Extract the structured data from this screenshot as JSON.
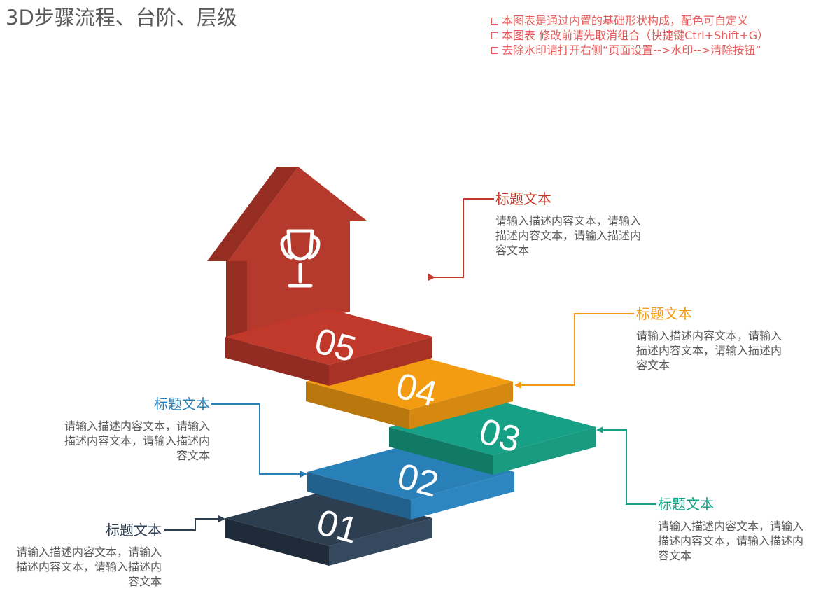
{
  "page": {
    "title": "3D步骤流程、台阶、层级"
  },
  "notes": [
    "本图表是通过内置的基础形状构成，配色可自定义",
    "本图表 修改前请先取消组合（快捷键Ctrl+Shift+G）",
    "去除水印请打开右侧“页面设置-->水印-->清除按钮”"
  ],
  "steps": [
    {
      "number": "01",
      "title": "标题文本",
      "desc": "请输入描述内容文本，请输入描述内容文本，请输入描述内容文本",
      "color": "#2c3e50"
    },
    {
      "number": "02",
      "title": "标题文本",
      "desc": "请输入描述内容文本，请输入描述内容文本，请输入描述内容文本",
      "color": "#2980b9"
    },
    {
      "number": "03",
      "title": "标题文本",
      "desc": "请输入描述内容文本，请输入描述内容文本，请输入描述内容文本",
      "color": "#16a085"
    },
    {
      "number": "04",
      "title": "标题文本",
      "desc": "请输入描述内容文本，请输入描述内容文本，请输入描述内容文本",
      "color": "#f39c12"
    },
    {
      "number": "05",
      "title": "标题文本",
      "desc": "请输入描述内容文本，请输入描述内容文本，请输入描述内容文本",
      "color": "#c0392b"
    }
  ],
  "icons": {
    "top": "trophy-icon"
  }
}
